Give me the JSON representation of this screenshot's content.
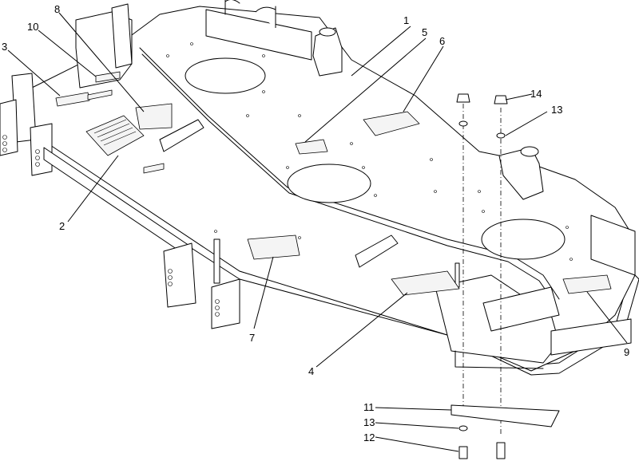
{
  "callouts": [
    {
      "id": "c1",
      "label": "1"
    },
    {
      "id": "c5",
      "label": "5"
    },
    {
      "id": "c6",
      "label": "6"
    },
    {
      "id": "c8",
      "label": "8"
    },
    {
      "id": "c10",
      "label": "10"
    },
    {
      "id": "c3",
      "label": "3"
    },
    {
      "id": "c2",
      "label": "2"
    },
    {
      "id": "c14",
      "label": "14"
    },
    {
      "id": "c13a",
      "label": "13"
    },
    {
      "id": "c7",
      "label": "7"
    },
    {
      "id": "c4",
      "label": "4"
    },
    {
      "id": "c9",
      "label": "9"
    },
    {
      "id": "c11",
      "label": "11"
    },
    {
      "id": "c13b",
      "label": "13"
    },
    {
      "id": "c12",
      "label": "12"
    }
  ]
}
